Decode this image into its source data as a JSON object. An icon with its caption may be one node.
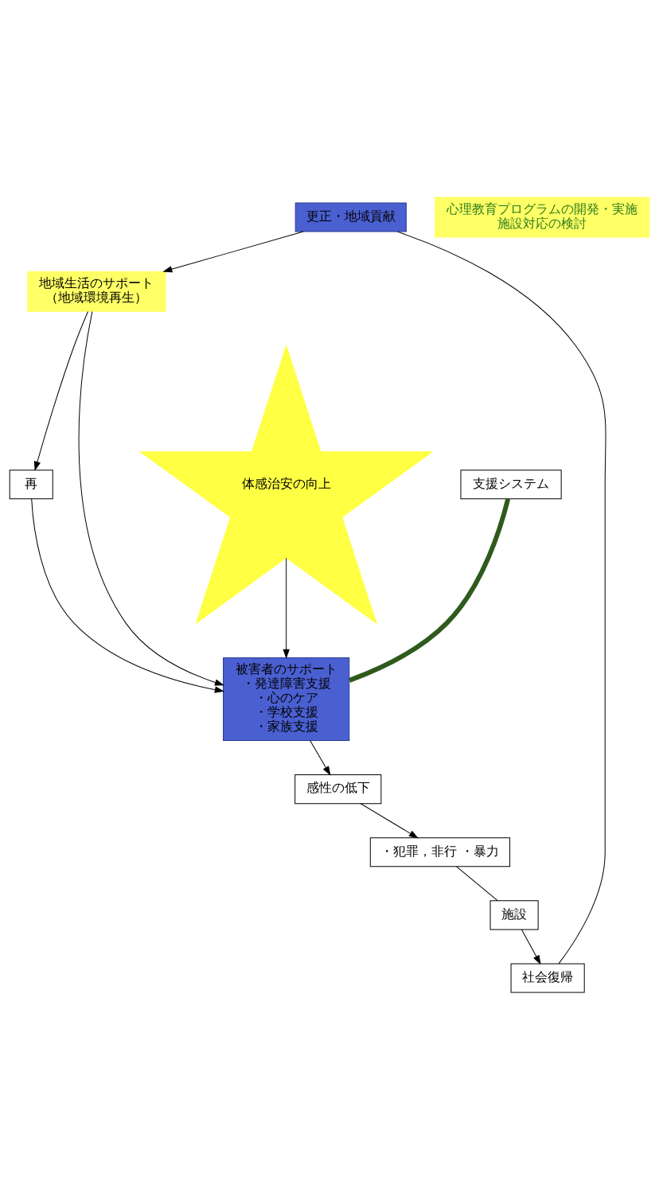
{
  "diagram": {
    "nodes": [
      {
        "text": [
          "地域生活のサポート",
          "（地域環境再生）"
        ]
      },
      {
        "text": [
          "更正・地域貢献"
        ]
      },
      {
        "text": [
          "社会復帰"
        ]
      },
      {
        "text": [
          "施設"
        ]
      },
      {
        "text": [
          "心理教育プログラムの開発・実施",
          "施設対応の検討"
        ]
      },
      {
        "text": [
          "・犯罪，非行 ・暴力"
        ]
      },
      {
        "text": [
          "再"
        ]
      },
      {
        "text": [
          "感性の低下"
        ]
      },
      {
        "text": [
          "体感治安の向上"
        ]
      },
      {
        "text": [
          "被害者のサポート",
          "・発達障害支援",
          "・心のケア",
          "・学校支援",
          "・家族支援"
        ]
      },
      {
        "text": [
          "支援システム"
        ]
      }
    ],
    "edges": [
      {
        "from": 1,
        "to": 0,
        "arrow": "to"
      },
      {
        "from": 1,
        "to": 2,
        "arrow": "none"
      },
      {
        "from": 3,
        "to": 2,
        "arrow": "to"
      },
      {
        "from": 5,
        "to": 3,
        "arrow": "none"
      },
      {
        "from": 0,
        "to": 6,
        "arrow": "to"
      },
      {
        "from": 0,
        "to": 9,
        "arrow": "to"
      },
      {
        "from": 6,
        "to": 9,
        "arrow": "to"
      },
      {
        "from": 8,
        "to": 9,
        "arrow": "to"
      },
      {
        "from": 9,
        "to": 7,
        "arrow": "to"
      },
      {
        "from": 7,
        "to": 5,
        "arrow": "to"
      },
      {
        "from": 10,
        "to": 9,
        "arrow": "none",
        "style": "thick",
        "color": "#2f5a1e"
      }
    ]
  }
}
